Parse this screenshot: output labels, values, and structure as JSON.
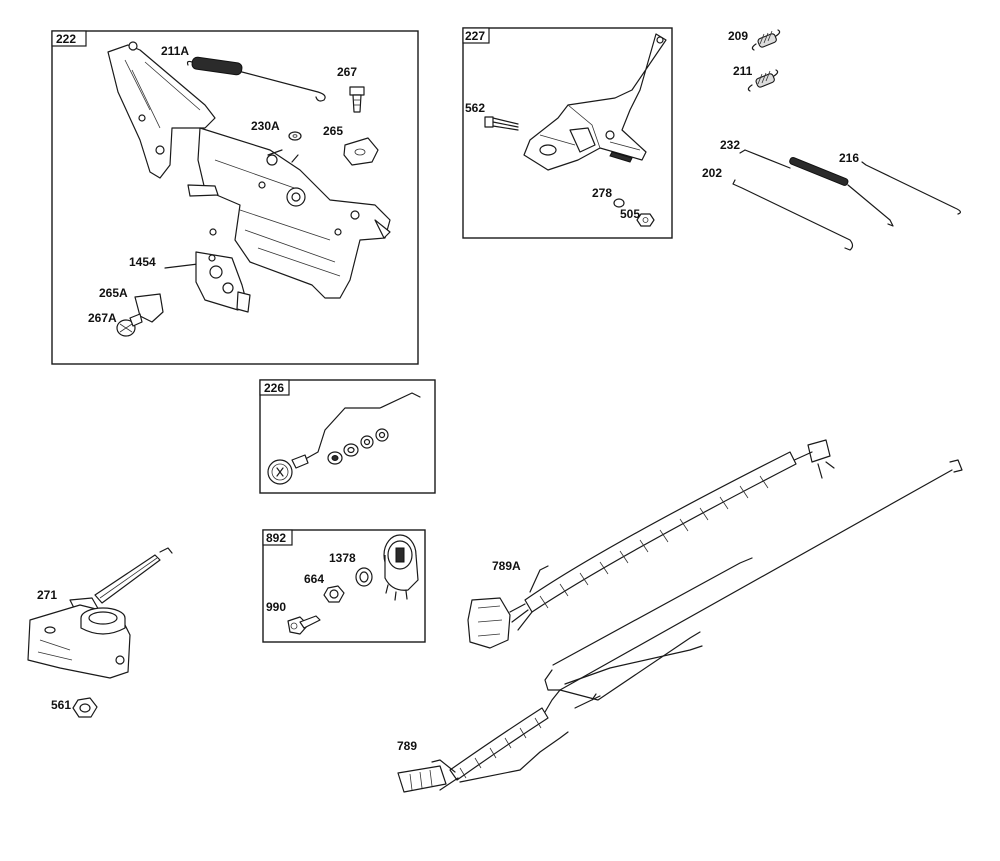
{
  "boxes": [
    {
      "id": "222"
    },
    {
      "id": "227"
    },
    {
      "id": "226"
    },
    {
      "id": "892"
    }
  ],
  "parts": {
    "p211A": "211A",
    "p267": "267",
    "p230A": "230A",
    "p265": "265",
    "p1454": "1454",
    "p265A": "265A",
    "p267A": "267A",
    "p562": "562",
    "p278": "278",
    "p505": "505",
    "p209": "209",
    "p211": "211",
    "p232": "232",
    "p216": "216",
    "p202": "202",
    "p1378": "1378",
    "p664": "664",
    "p990": "990",
    "p271": "271",
    "p561": "561",
    "p789A": "789A",
    "p789": "789"
  }
}
